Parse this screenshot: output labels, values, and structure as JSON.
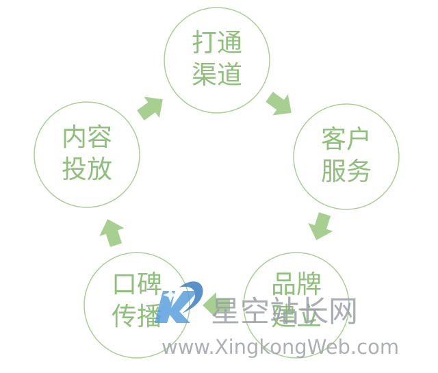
{
  "colors": {
    "circle_stroke": "#a9cf93",
    "text": "#8fc07b",
    "arrow": "#a6cf90",
    "watermark_text": "#9aa0a6",
    "logo_blue": "#5aa0dc"
  },
  "nodes": [
    {
      "id": "top",
      "line1": "打通",
      "line2": "渠道"
    },
    {
      "id": "right",
      "line1": "客户",
      "line2": "服务"
    },
    {
      "id": "bottom-right",
      "line1": "品牌",
      "line2": "建立"
    },
    {
      "id": "bottom-left",
      "line1": "口碑",
      "line2": "传播"
    },
    {
      "id": "left",
      "line1": "内容",
      "line2": "投放"
    }
  ],
  "watermark": {
    "title": "星空站长网",
    "url": "www.XingkongWeb.com"
  }
}
